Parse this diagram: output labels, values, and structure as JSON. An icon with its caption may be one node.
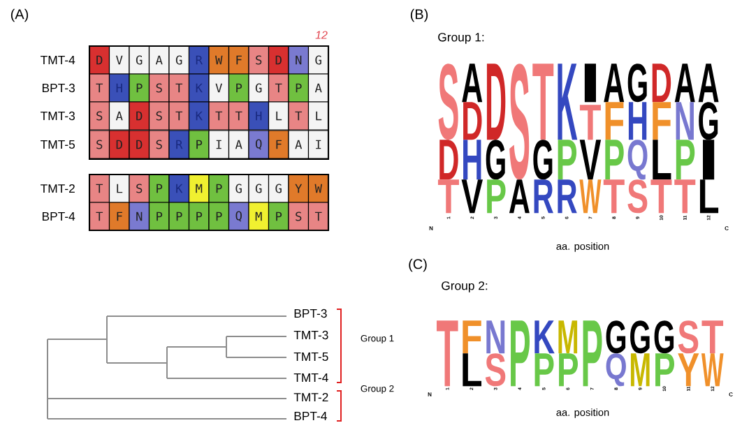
{
  "diagram": {
    "labels": [
      "(A)",
      "12",
      "TMT-4",
      "D",
      "V",
      "G",
      "A",
      "G",
      "R",
      "W",
      "F",
      "S",
      "D",
      "N",
      "G",
      "BPT-3",
      "T",
      "H",
      "P",
      "S",
      "T",
      "K",
      "V",
      "P",
      "G",
      "T",
      "P",
      "A",
      "TMT-3",
      "S",
      "A",
      "D",
      "S",
      "T",
      "K",
      "T",
      "T",
      "H",
      "L",
      "T",
      "L",
      "TMT-5",
      "S",
      "D",
      "D",
      "S",
      "R",
      "P",
      "I",
      "A",
      "Q",
      "F",
      "A",
      "I",
      "TMT-2",
      "T",
      "L",
      "S",
      "P",
      "K",
      "M",
      "P",
      "G",
      "G",
      "G",
      "Y",
      "W",
      "BPT-4",
      "T",
      "F",
      "N",
      "P",
      "P",
      "P",
      "P",
      "Q",
      "M",
      "P",
      "S",
      "T",
      "(B)",
      "Group 1:",
      "S",
      "D",
      "T",
      "A",
      "D",
      "H",
      "V",
      "D",
      "G",
      "P",
      "S",
      "A",
      "T",
      "G",
      "R",
      "K",
      "P",
      "R",
      "I",
      "T",
      "V",
      "W",
      "A",
      "F",
      "P",
      "T",
      "G",
      "H",
      "Q",
      "S",
      "D",
      "F",
      "L",
      "T",
      "A",
      "N",
      "P",
      "T",
      "A",
      "G",
      "I",
      "L",
      "1",
      "2",
      "3",
      "4",
      "5",
      "6",
      "7",
      "8",
      "9",
      "10",
      "11",
      "12",
      "N",
      "C",
      "aa. position",
      "BPT-3",
      "TMT-3",
      "TMT-5",
      "TMT-4",
      "TMT-2",
      "BPT-4",
      "Group 1",
      "Group 2",
      "(C)",
      "Group 2:",
      "T",
      "F",
      "L",
      "N",
      "S",
      "P",
      "K",
      "P",
      "M",
      "P",
      "P",
      "G",
      "Q",
      "G",
      "M",
      "G",
      "P",
      "S",
      "Y",
      "T",
      "W",
      "1",
      "2",
      "3",
      "4",
      "5",
      "6",
      "7",
      "8",
      "9",
      "10",
      "11",
      "12",
      "N",
      "C",
      "aa. position"
    ]
  }
}
